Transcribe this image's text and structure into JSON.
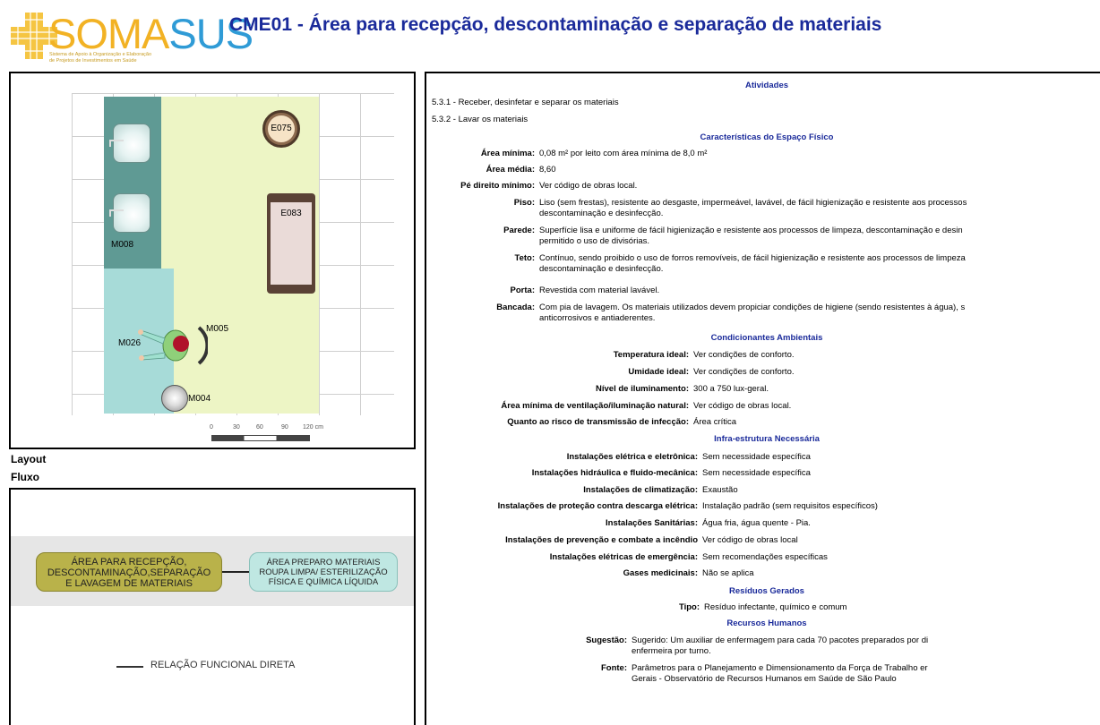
{
  "header": {
    "logo_soma": "SOMA",
    "logo_sus": "SUS",
    "logo_subtitle_1": "Sistema de Apoio à Organização e Elaboração",
    "logo_subtitle_2": "de Projetos de Investimentos em Saúde",
    "title": "CME01 - Área para recepção, descontaminação e separação de materiais"
  },
  "layout": {
    "caption": "Layout",
    "equipment": {
      "e075": "E075",
      "e083": "E083",
      "m008": "M008",
      "m026": "M026",
      "m005": "M005",
      "m004": "M004"
    },
    "scale": {
      "ticks": [
        "0",
        "30",
        "60",
        "90",
        "120 cm"
      ]
    }
  },
  "flux": {
    "caption": "Fluxo",
    "box1": [
      "ÁREA PARA RECEPÇÃO,",
      "DESCONTAMINAÇÃO,SEPARAÇÃO",
      "E LAVAGEM DE MATERIAIS"
    ],
    "box2": [
      "ÁREA PREPARO MATERIAIS",
      "ROUPA LIMPA/ ESTERILIZAÇÃO",
      "FÍSICA E QUÍMICA LÍQUIDA"
    ],
    "legend": "RELAÇÃO FUNCIONAL DIRETA"
  },
  "info": {
    "atividades": {
      "heading": "Atividades",
      "items": [
        "5.3.1 - Receber, desinfetar e separar os materiais",
        "5.3.2 - Lavar os materiais"
      ]
    },
    "caracteristicas": {
      "heading": "Características do Espaço Físico",
      "rows": [
        {
          "label": "Área mínima:",
          "value": [
            "0,08 m² por leito com área mínima de 8,0 m²"
          ]
        },
        {
          "label": "Área média:",
          "value": [
            "8,60"
          ]
        },
        {
          "label": "Pé direito mínimo:",
          "value": [
            "Ver código de obras local."
          ]
        },
        {
          "label": "Piso:",
          "value": [
            "Liso (sem frestas), resistente ao desgaste, impermeável, lavável, de fácil higienização e resistente aos processos",
            "descontaminação e desinfecção."
          ]
        },
        {
          "label": "Parede:",
          "value": [
            "Superfície lisa e uniforme de fácil higienização e resistente aos processos de limpeza, descontaminação e desin",
            "permitido o uso de divisórias."
          ]
        },
        {
          "label": "Teto:",
          "value": [
            "Contínuo, sendo proibido o uso de forros removíveis, de fácil higienização e resistente aos processos de limpeza",
            "descontaminação e desinfecção."
          ]
        },
        {
          "label": "Porta:",
          "value": [
            "Revestida com material lavável."
          ]
        },
        {
          "label": "Bancada:",
          "value": [
            "Com pia de lavagem. Os materiais utilizados devem propiciar condições de higiene (sendo resistentes à água), s",
            "anticorrosivos e antiaderentes."
          ]
        }
      ]
    },
    "condicionantes": {
      "heading": "Condicionantes Ambientais",
      "rows": [
        {
          "label": "Temperatura ideal:",
          "value": "Ver condições de conforto."
        },
        {
          "label": "Umidade ideal:",
          "value": "Ver condições de conforto."
        },
        {
          "label": "Nível de iluminamento:",
          "value": "300 a 750 lux-geral."
        },
        {
          "label": "Área mínima de ventilação/iluminação natural:",
          "value": "Ver código de obras local."
        },
        {
          "label": "Quanto ao risco de transmissão de infecção:",
          "value": "Área crítica"
        }
      ]
    },
    "infraestrutura": {
      "heading": "Infra-estrutura Necessária",
      "rows": [
        {
          "label": "Instalações elétrica e eletrônica:",
          "value": "Sem necessidade específica"
        },
        {
          "label": "Instalações hidráulica e fluido-mecânica:",
          "value": "Sem necessidade específica"
        },
        {
          "label": "Instalações de climatização:",
          "value": "Exaustão"
        },
        {
          "label": "Instalações de proteção contra descarga elétrica:",
          "value": "Instalação padrão (sem requisitos específicos)"
        },
        {
          "label": "Instalações Sanitárias:",
          "value": "Água fria, água quente - Pia."
        },
        {
          "label": "Instalações de prevenção e combate a incêndio",
          "value": "Ver código de obras local"
        },
        {
          "label": "Instalações elétricas de emergência:",
          "value": "Sem recomendações específicas"
        },
        {
          "label": "Gases medicinais:",
          "value": "Não se aplica"
        }
      ]
    },
    "residuos": {
      "heading": "Resíduos Gerados",
      "label": "Tipo:",
      "value": "Resíduo infectante, químico e comum"
    },
    "recursos": {
      "heading": "Recursos Humanos",
      "rows": [
        {
          "label": "Sugestão:",
          "value": [
            "Sugerido: Um auxiliar de enfermagem para cada 70 pacotes preparados por di",
            "enfermeira por turno."
          ]
        },
        {
          "label": "Fonte:",
          "value": [
            "Parâmetros para o Planejamento e Dimensionamento da Força de Trabalho er",
            "Gerais - Observatório de Recursos Humanos em Saúde de São Paulo"
          ]
        }
      ]
    }
  }
}
